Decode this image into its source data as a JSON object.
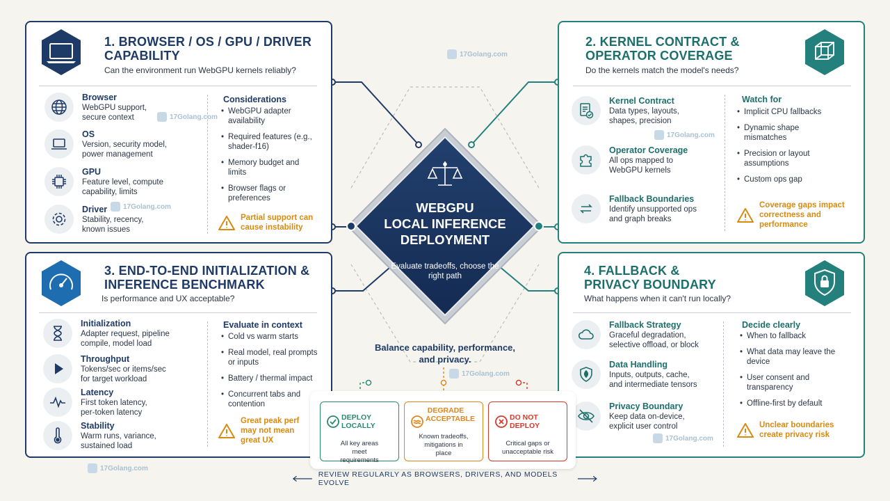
{
  "watermark": "17Golang.com",
  "center": {
    "title_lines": [
      "WEBGPU",
      "LOCAL INFERENCE",
      "DEPLOYMENT"
    ],
    "subtitle": "Evaluate tradeoffs, choose the right path",
    "balance": "Balance capability, performance, and privacy."
  },
  "panel1": {
    "title": "1. BROWSER / OS / GPU / DRIVER CAPABILITY",
    "subtitle": "Can the environment run WebGPU kernels reliably?",
    "items": [
      {
        "heading": "Browser",
        "text": "WebGPU support, secure context",
        "icon": "globe-icon"
      },
      {
        "heading": "OS",
        "text": "Version, security model, power management",
        "icon": "laptop-icon"
      },
      {
        "heading": "GPU",
        "text": "Feature level, compute capability, limits",
        "icon": "chip-icon"
      },
      {
        "heading": "Driver",
        "text": "Stability, recency, known issues",
        "icon": "gear-icon"
      }
    ],
    "considerations_title": "Considerations",
    "considerations": [
      "WebGPU adapter availability",
      "Required features (e.g., shader-f16)",
      "Memory budget and limits",
      "Browser flags or preferences"
    ],
    "warning": "Partial support can cause instability"
  },
  "panel2": {
    "title": "2. KERNEL CONTRACT & OPERATOR COVERAGE",
    "subtitle": "Do the kernels match the model's needs?",
    "items": [
      {
        "heading": "Kernel Contract",
        "text": "Data types, layouts, shapes, precision",
        "icon": "document-check-icon"
      },
      {
        "heading": "Operator Coverage",
        "text": "All ops mapped to WebGPU kernels",
        "icon": "puzzle-icon"
      },
      {
        "heading": "Fallback Boundaries",
        "text": "Identify unsupported ops and graph breaks",
        "icon": "swap-arrows-icon"
      }
    ],
    "considerations_title": "Watch for",
    "considerations": [
      "Implicit CPU fallbacks",
      "Dynamic shape mismatches",
      "Precision or layout assumptions",
      "Custom ops gap"
    ],
    "warning": "Coverage gaps impact correctness and performance"
  },
  "panel3": {
    "title": "3. END-TO-END INITIALIZATION & INFERENCE BENCHMARK",
    "subtitle": "Is performance and UX acceptable?",
    "items": [
      {
        "heading": "Initialization",
        "text": "Adapter request, pipeline compile, model load",
        "icon": "hourglass-icon"
      },
      {
        "heading": "Throughput",
        "text": "Tokens/sec or items/sec for target workload",
        "icon": "play-icon"
      },
      {
        "heading": "Latency",
        "text": "First token latency, per-token latency",
        "icon": "pulse-icon"
      },
      {
        "heading": "Stability",
        "text": "Warm runs, variance, sustained load",
        "icon": "thermometer-icon"
      }
    ],
    "considerations_title": "Evaluate in context",
    "considerations": [
      "Cold vs warm starts",
      "Real model, real prompts or inputs",
      "Battery / thermal impact",
      "Concurrent tabs and contention"
    ],
    "warning": "Great peak perf may not mean great UX"
  },
  "panel4": {
    "title": "4. FALLBACK & PRIVACY BOUNDARY",
    "subtitle": "What happens when it can't run locally?",
    "items": [
      {
        "heading": "Fallback Strategy",
        "text": "Graceful degradation, selective offload, or block",
        "icon": "cloud-icon"
      },
      {
        "heading": "Data Handling",
        "text": "Inputs, outputs, cache, and intermediate tensors",
        "icon": "shield-leaf-icon"
      },
      {
        "heading": "Privacy Boundary",
        "text": "Keep data on-device, explicit user control",
        "icon": "eye-slash-icon"
      }
    ],
    "considerations_title": "Decide clearly",
    "considerations": [
      "When to fallback",
      "What data may leave the device",
      "User consent and transparency",
      "Offline-first by default"
    ],
    "warning": "Unclear boundaries create privacy risk"
  },
  "decisions": [
    {
      "title": "DEPLOY LOCALLY",
      "desc": "All key areas meet requirements",
      "color": "#2a8a6e",
      "icon": "check-circle-icon"
    },
    {
      "title": "DEGRADE ACCEPTABLE",
      "desc": "Known tradeoffs, mitigations in place",
      "color": "#e0861c",
      "icon": "wave-circle-icon"
    },
    {
      "title": "DO NOT DEPLOY",
      "desc": "Critical gaps or unacceptable risk",
      "color": "#d8392b",
      "icon": "x-circle-icon"
    }
  ],
  "bottom_note": "REVIEW REGULARLY AS BROWSERS, DRIVERS, AND MODELS EVOLVE",
  "colors": {
    "navy": "#1e3a66",
    "teal": "#23807c",
    "warning": "#d88a12"
  }
}
